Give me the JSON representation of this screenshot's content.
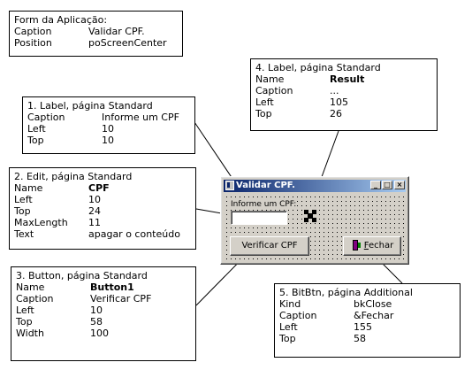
{
  "form_box": {
    "title": "Form da Aplicação:",
    "rows": [
      {
        "k": "Caption",
        "v": "Validar CPF."
      },
      {
        "k": "Position",
        "v": "poScreenCenter"
      }
    ]
  },
  "label1_box": {
    "title": "1. Label, página Standard",
    "rows": [
      {
        "k": "Caption",
        "v": "Informe um CPF"
      },
      {
        "k": "Left",
        "v": "10"
      },
      {
        "k": "Top",
        "v": "10"
      }
    ]
  },
  "edit_box": {
    "title": "2. Edit, página Standard",
    "rows": [
      {
        "k": "Name",
        "v": "CPF"
      },
      {
        "k": "Left",
        "v": "10"
      },
      {
        "k": "Top",
        "v": "24"
      },
      {
        "k": "MaxLength",
        "v": "11"
      },
      {
        "k": "Text",
        "v": "apagar o conteúdo"
      }
    ]
  },
  "button_box": {
    "title": "3. Button, página Standard",
    "rows": [
      {
        "k": "Name",
        "v": "Button1"
      },
      {
        "k": "Caption",
        "v": "Verificar CPF"
      },
      {
        "k": "Left",
        "v": "10"
      },
      {
        "k": "Top",
        "v": "58"
      },
      {
        "k": "Width",
        "v": "100"
      }
    ]
  },
  "result_box": {
    "title": "4. Label, página Standard",
    "rows": [
      {
        "k": "Name",
        "v": "Result"
      },
      {
        "k": "Caption",
        "v": "..."
      },
      {
        "k": "Left",
        "v": "105"
      },
      {
        "k": "Top",
        "v": "26"
      }
    ]
  },
  "bitbtn_box": {
    "title": "5. BitBtn, página Additional",
    "rows": [
      {
        "k": "Kind",
        "v": "bkClose"
      },
      {
        "k": "Caption",
        "v": "&Fechar"
      },
      {
        "k": "Left",
        "v": "155"
      },
      {
        "k": "Top",
        "v": "58"
      }
    ]
  },
  "window": {
    "title": "Validar CPF.",
    "label": "Informe um CPF:",
    "edit_value": "",
    "verify_button": "Verificar CPF",
    "close_button_accel": "F",
    "close_button_rest": "echar",
    "min_glyph": "_",
    "max_glyph": "□",
    "close_glyph": "×"
  }
}
